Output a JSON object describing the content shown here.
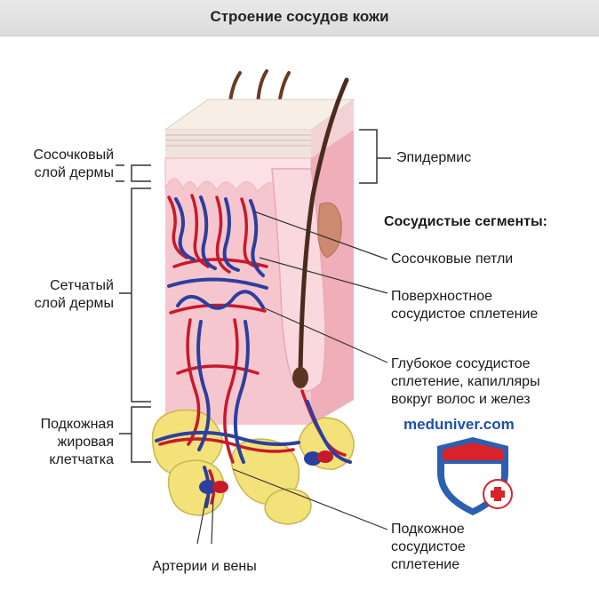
{
  "title": "Строение сосудов кожи",
  "labels": {
    "papillary_line1": "Сосочковый",
    "papillary_line2": "слой дермы",
    "reticular_line1": "Сетчатый",
    "reticular_line2": "слой дермы",
    "subcut_line1": "Подкожная",
    "subcut_line2": "жировая",
    "subcut_line3": "клетчатка",
    "epidermis": "Эпидермис",
    "segments_header": "Сосудистые сегменты:",
    "loops": "Сосочковые петли",
    "superficial_line1": "Поверхностное",
    "superficial_line2": "сосудистое сплетение",
    "deep_line1": "Глубокое сосудистое",
    "deep_line2": "сплетение, капилляры",
    "deep_line3": "вокруг волос и желез",
    "subcut_plexus_line1": "Подкожное",
    "subcut_plexus_line2": "сосудистое",
    "subcut_plexus_line3": "сплетение",
    "arteries_veins": "Артерии и вены"
  },
  "watermark": "meduniver.com",
  "colors": {
    "artery": "#c8192a",
    "vein": "#2d3f9e",
    "dermis": "#f6c6cf",
    "fat": "#f3e27a",
    "skin_top": "#f7efe6",
    "logo_blue": "#2b5fb0",
    "logo_red": "#d8232a"
  }
}
